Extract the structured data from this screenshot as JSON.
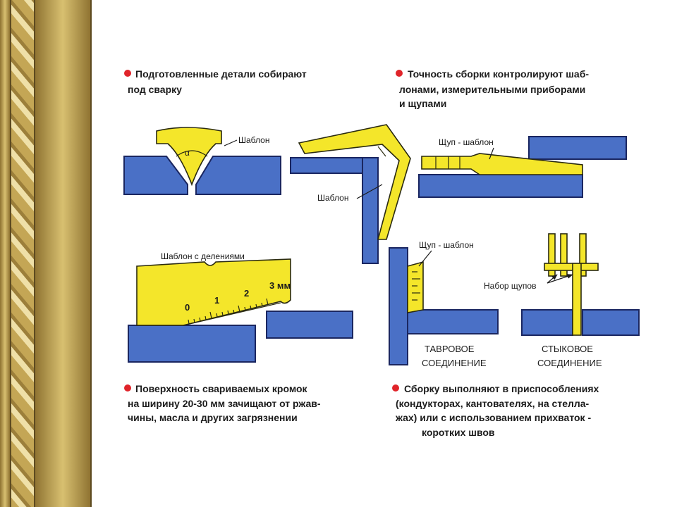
{
  "bullets": {
    "top_left": [
      "Подготовленные детали собирают",
      "под сварку"
    ],
    "top_right": [
      "Точность сборки контролируют шаб-",
      "лонами, измерительными приборами",
      "и щупами"
    ],
    "bottom_left": [
      "Поверхность свариваемых кромок",
      "на ширину 20-30 мм зачищают от ржав-",
      "чины, масла и других загрязнении"
    ],
    "bottom_right": [
      "Сборку выполняют в приспособлениях",
      "(кондукторах, кантователях, на стелла-",
      "жах) или с использованием прихваток -",
      "коротких швов"
    ]
  },
  "labels": {
    "template_1": "Шаблон",
    "template_2": "Шаблон",
    "template_scale": "Шаблон с делениями",
    "feeler_template_1": "Щуп - шаблон",
    "feeler_template_2": "Щуп - шаблон",
    "feeler_set": "Набор щупов",
    "alpha": "α"
  },
  "scale": {
    "marks": [
      "0",
      "1",
      "2",
      "3 мм"
    ]
  },
  "captions": {
    "tee_joint": [
      "ТАВРОВОЕ",
      "СОЕДИНЕНИЕ"
    ],
    "butt_joint": [
      "СТЫКОВОЕ",
      "СОЕДИНЕНИЕ"
    ]
  },
  "colors": {
    "metal": "#4a70c6",
    "gauge": "#f4e62a",
    "bullet": "#e0242a",
    "border_gold": "#c2a24c"
  }
}
